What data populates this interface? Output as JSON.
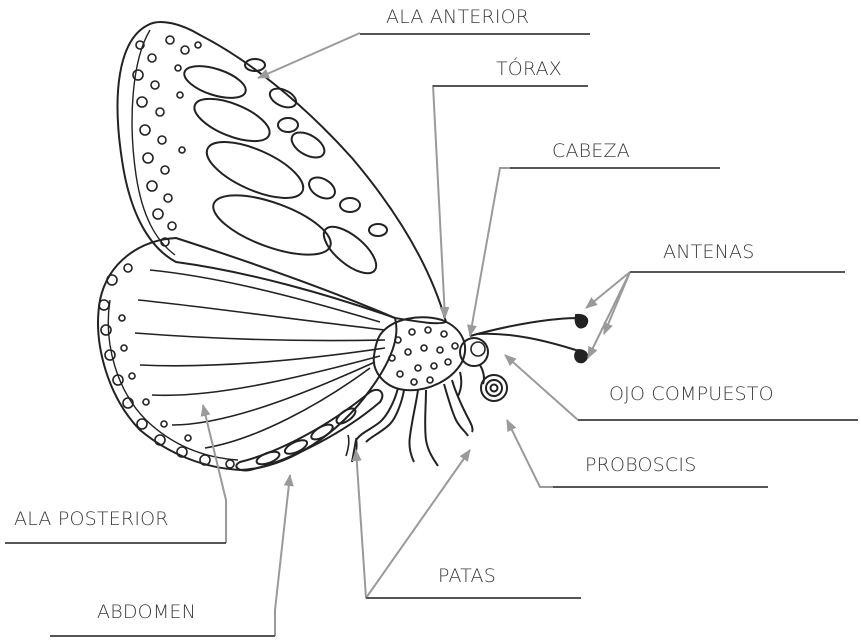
{
  "labels": {
    "ala_anterior": "ALA ANTERIOR",
    "torax": "TÓRAX",
    "cabeza": "CABEZA",
    "antenas": "ANTENAS",
    "ojo_compuesto": "OJO COMPUESTO",
    "proboscis": "PROBOSCIS",
    "ala_posterior": "ALA POSTERIOR",
    "patas": "PATAS",
    "abdomen": "ABDOMEN"
  }
}
